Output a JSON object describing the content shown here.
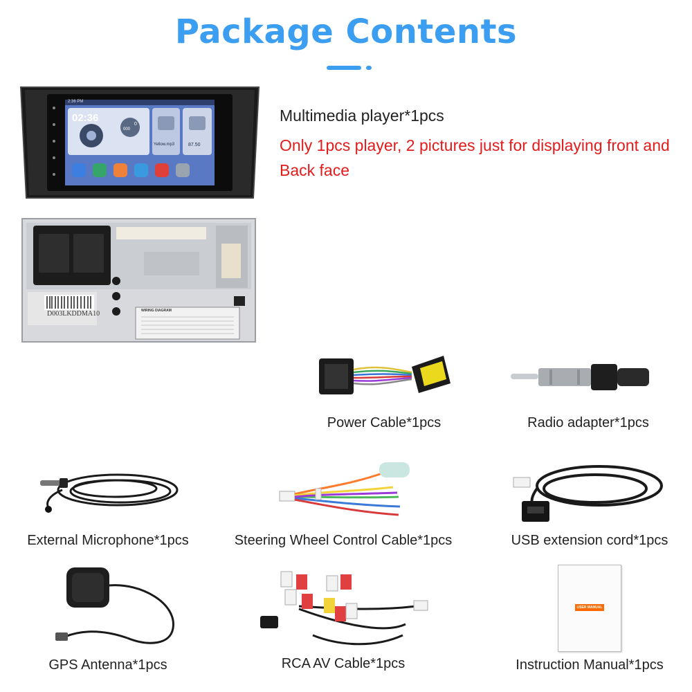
{
  "page": {
    "title": "Package Contents",
    "accent_color": "#3b9ef0",
    "warning_color": "#e31b1b"
  },
  "player": {
    "name": "Multimedia player*1pcs",
    "note": "Only 1pcs player, 2 pictures just for displaying front and Back face",
    "screen": {
      "clock": "02:36",
      "status_time": "2:36 PM",
      "media_file": "Yellow.mp3",
      "radio_freq": "87.50",
      "speed_value": "0",
      "trip_value": "000"
    },
    "back_label": "D003LKDDMA10",
    "wiring_title": "WIRING DIAGRAM"
  },
  "items": {
    "power_cable": "Power Cable*1pcs",
    "radio_adapter": "Radio adapter*1pcs",
    "microphone": "External Microphone*1pcs",
    "steering_cable": "Steering Wheel Control Cable*1pcs",
    "usb_cord": "USB extension cord*1pcs",
    "gps_antenna": "GPS Antenna*1pcs",
    "rca_cable": "RCA AV Cable*1pcs",
    "manual": "Instruction Manual*1pcs",
    "manual_cover": "USER MANUAL"
  }
}
